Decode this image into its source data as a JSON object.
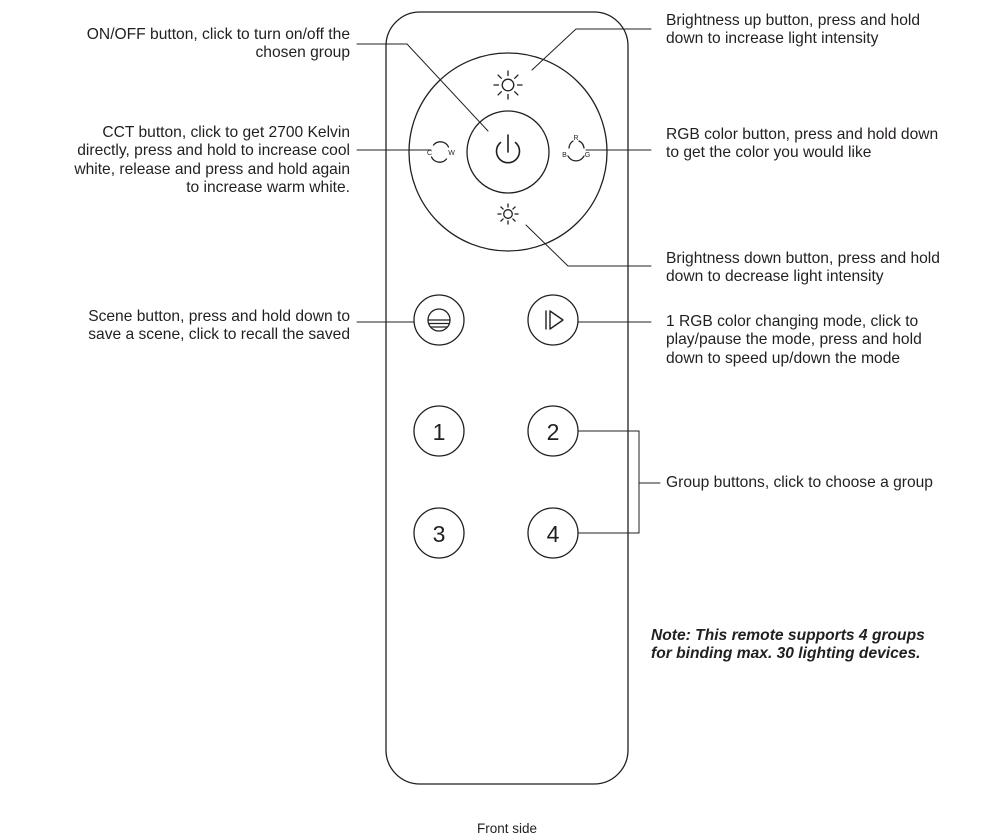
{
  "remote": {
    "center_button": {
      "icon": "power-icon"
    },
    "up_button": {
      "icon": "sun-icon"
    },
    "down_button": {
      "icon": "sun-icon"
    },
    "left_button": {
      "icon": "cct-icon",
      "letters": {
        "left": "C",
        "right": "W"
      }
    },
    "right_button": {
      "icon": "rgb-icon",
      "letters": {
        "top": "R",
        "left": "B",
        "right": "G"
      }
    },
    "scene_button": {
      "icon": "scene-icon"
    },
    "mode_button": {
      "icon": "play-pause-icon"
    },
    "group_buttons": [
      "1",
      "2",
      "3",
      "4"
    ]
  },
  "annotations": {
    "on_off": [
      "ON/OFF button, click to turn on/off the",
      "chosen group"
    ],
    "cct": [
      "CCT button, click to get 2700 Kelvin",
      "directly, press and hold to increase cool",
      "white, release and press and hold again",
      "to increase warm white."
    ],
    "scene": [
      "Scene button, press and hold down to",
      "save a scene, click to recall the saved"
    ],
    "brightness_up": [
      "Brightness up button, press and hold",
      "down to increase light intensity"
    ],
    "rgb": [
      "RGB color button, press and hold down",
      "to get the color you would like"
    ],
    "brightness_down": [
      "Brightness down button, press and hold",
      "down to decrease light intensity"
    ],
    "color_mode": [
      "1 RGB color changing mode, click to",
      "play/pause the mode, press and hold",
      "down to speed up/down the mode"
    ],
    "group": [
      "Group buttons, click to choose a group"
    ]
  },
  "note": [
    "Note: This remote supports 4 groups",
    "for binding max. 30 lighting devices."
  ],
  "caption": "Front side",
  "colors": {
    "ink": "#231f20",
    "background": "#ffffff"
  }
}
